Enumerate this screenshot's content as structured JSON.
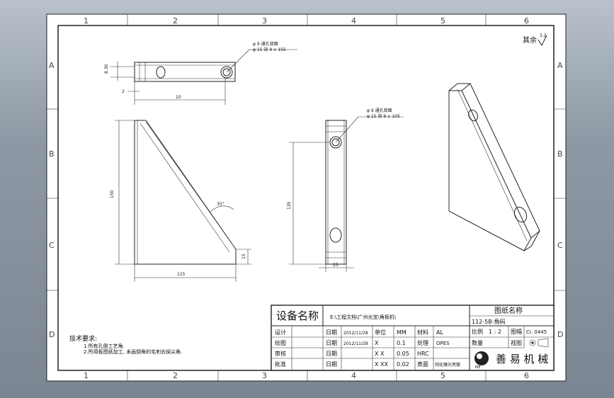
{
  "zones": {
    "columns": [
      "1",
      "2",
      "3",
      "4",
      "5",
      "6"
    ],
    "rows": [
      "A",
      "B",
      "C",
      "D"
    ]
  },
  "roughness": {
    "label": "其余",
    "value": "3.2"
  },
  "top_view": {
    "hole_callout_1": "φ 9 通孔背面",
    "hole_callout_2": "φ 15 深 9 ∨ 155",
    "dim_height": "8.30",
    "dim_left": "2",
    "dim_length": "10"
  },
  "front_view": {
    "angle": "35°",
    "dim_height": "150",
    "dim_width": "115",
    "dim_small": "15"
  },
  "side_view": {
    "hole_callout_1": "φ 9 通孔背面",
    "hole_callout_2": "φ 15 深 9 ∨ 105",
    "dim_height": "135",
    "dim_width": "25"
  },
  "tech_notes": {
    "title": "技术要求:",
    "items": [
      "1.所有孔倒工艺角.",
      "2.所用板图纸加工, 未画倒角的毛刺去掉尖角."
    ]
  },
  "title_block": {
    "equipment_label": "设备名称",
    "path": "E:\\工程文档\\广州光宝\\角板机\\",
    "drawing_name_label": "图纸名称",
    "drawing_code": "112-5B-角码",
    "rows": [
      {
        "role": "设计",
        "date_label": "日期",
        "date": "2012/11/28",
        "c1": "单位",
        "c2": "MM",
        "c3": "材料",
        "c4": "AL"
      },
      {
        "role": "绘图",
        "date_label": "日期",
        "date": "2012/11/28",
        "c1": "X",
        "c2": "0.1",
        "c3": "处理",
        "c4": "OPES"
      },
      {
        "role": "审核",
        "date_label": "日期",
        "date": "",
        "c1": "X X",
        "c2": "0.05",
        "c3": "HRC",
        "c4": ""
      },
      {
        "role": "批准",
        "date_label": "日期",
        "date": "",
        "c1": "X XX",
        "c2": "0.02",
        "c3": "表面",
        "c4": "钝化镍光亮镀"
      }
    ],
    "scale_label": "比例",
    "scale_value": "1 : 2",
    "sheet_label": "图幅",
    "sheet_value": "CI. 0445",
    "qty_label": "数量",
    "view_label": "视图",
    "company": "善 易 机 械",
    "logo_text": "ME"
  }
}
